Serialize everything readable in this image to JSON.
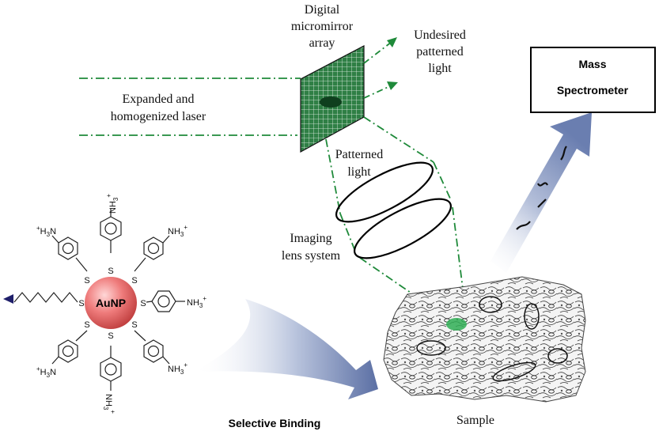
{
  "labels": {
    "dmd_line1": "Digital",
    "dmd_line2": "micromirror",
    "dmd_line3": "array",
    "undesired_line1": "Undesired",
    "undesired_line2": "patterned",
    "undesired_line3": "light",
    "laser_line1": "Expanded and",
    "laser_line2": "homogenized laser",
    "patterned_line1": "Patterned",
    "patterned_line2": "light",
    "imaging_line1": "Imaging",
    "imaging_line2": "lens system",
    "mass_line1": "Mass",
    "mass_line2": "Spectrometer",
    "sample": "Sample",
    "selective_binding": "Selective Binding",
    "aunp": "AuNP"
  },
  "chem": {
    "sulfur": "S",
    "nh3": "NH",
    "h3n": "H",
    "sub3": "3",
    "n_after": "N",
    "plus": "+"
  },
  "colors": {
    "optical_path": "#1f8a3a",
    "mirror_green": "#2f7f45",
    "arrow_blue": "#6f82b3",
    "nanoparticle": "#e25a5a"
  }
}
